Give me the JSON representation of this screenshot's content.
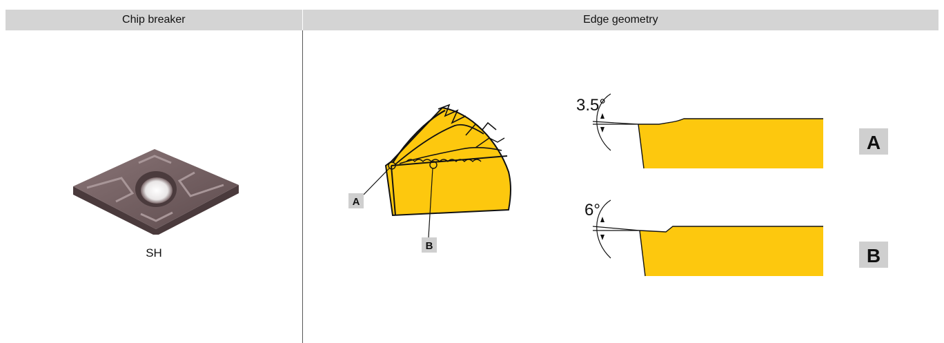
{
  "table": {
    "col_chip_breaker": "Chip breaker",
    "col_edge_geometry": "Edge geometry"
  },
  "insert": {
    "label": "SH",
    "icon": "rhombic-insert-icon",
    "color": "#6e5a5c"
  },
  "insert_view": {
    "callout_a": "A",
    "callout_b": "B"
  },
  "profile_a": {
    "angle": "3.5°",
    "tag": "A"
  },
  "profile_b": {
    "angle": "6°",
    "tag": "B"
  },
  "colors": {
    "header_bg": "#d4d4d4",
    "insert_yellow": "#fdc80e",
    "tag_bg": "#cfcfcf"
  }
}
